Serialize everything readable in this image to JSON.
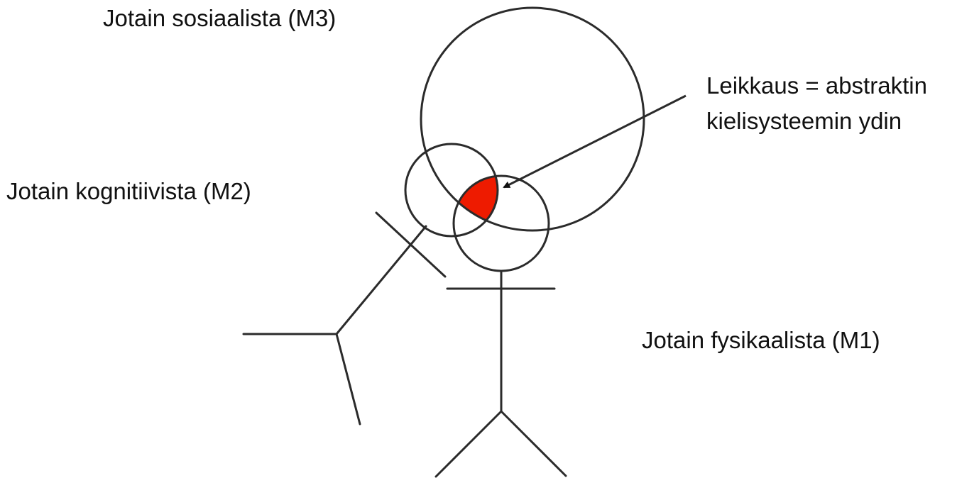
{
  "labels": {
    "social": "Jotain sosiaalista (M3)",
    "cognitive": "Jotain kognitiivista (M2)",
    "physical": "Jotain fysikaalista (M1)",
    "intersection_line1": "Leikkaus = abstraktin",
    "intersection_line2": "kielisysteemin ydin"
  },
  "colors": {
    "stroke": "#2b2b2b",
    "highlight": "#ee1b00",
    "background": "#ffffff"
  }
}
